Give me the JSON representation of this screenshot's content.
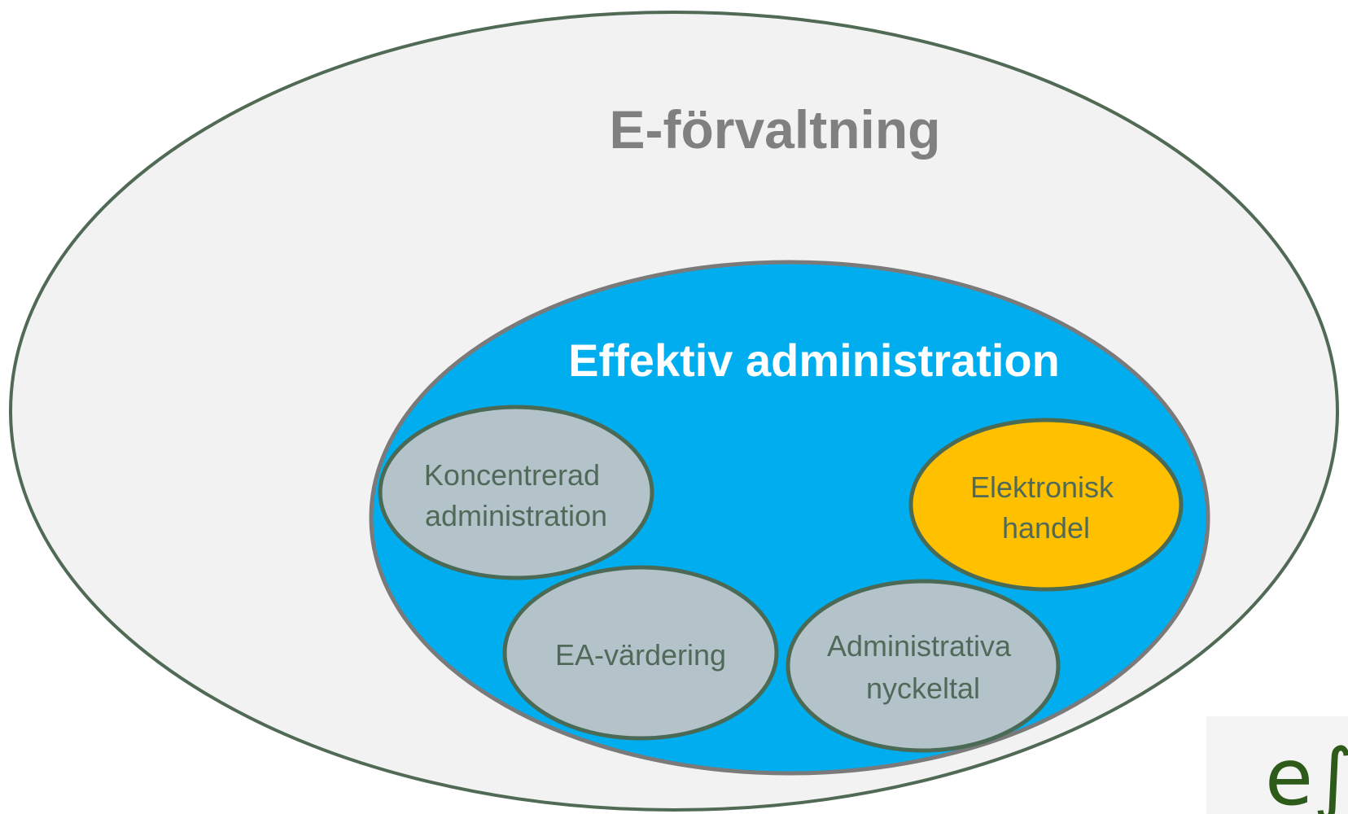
{
  "diagram": {
    "outer_label": "E-förvaltning",
    "inner_label": "Effektiv administration",
    "nodes": {
      "koncentrerad": {
        "lines": [
          "Koncentrerad",
          "administration"
        ]
      },
      "ea_vardering": {
        "lines": [
          "EA-värdering"
        ]
      },
      "administrativa": {
        "lines": [
          "Administrativa",
          "nyckeltal"
        ]
      },
      "elektronisk": {
        "lines": [
          "Elektronisk",
          "handel"
        ]
      }
    }
  },
  "logo": {
    "text": "e∫"
  },
  "colors": {
    "outer_fill": "#f2f2f2",
    "outer_stroke": "#506a55",
    "outer_text": "#808080",
    "inner_fill": "#00aeef",
    "inner_stroke": "#7a7a7a",
    "inner_text": "#ffffff",
    "node_fill": "#b4c3ca",
    "node_highlight_fill": "#ffc000",
    "node_stroke": "#4a6a55",
    "node_text": "#506a5a",
    "logo_text": "#2e5a1a"
  }
}
